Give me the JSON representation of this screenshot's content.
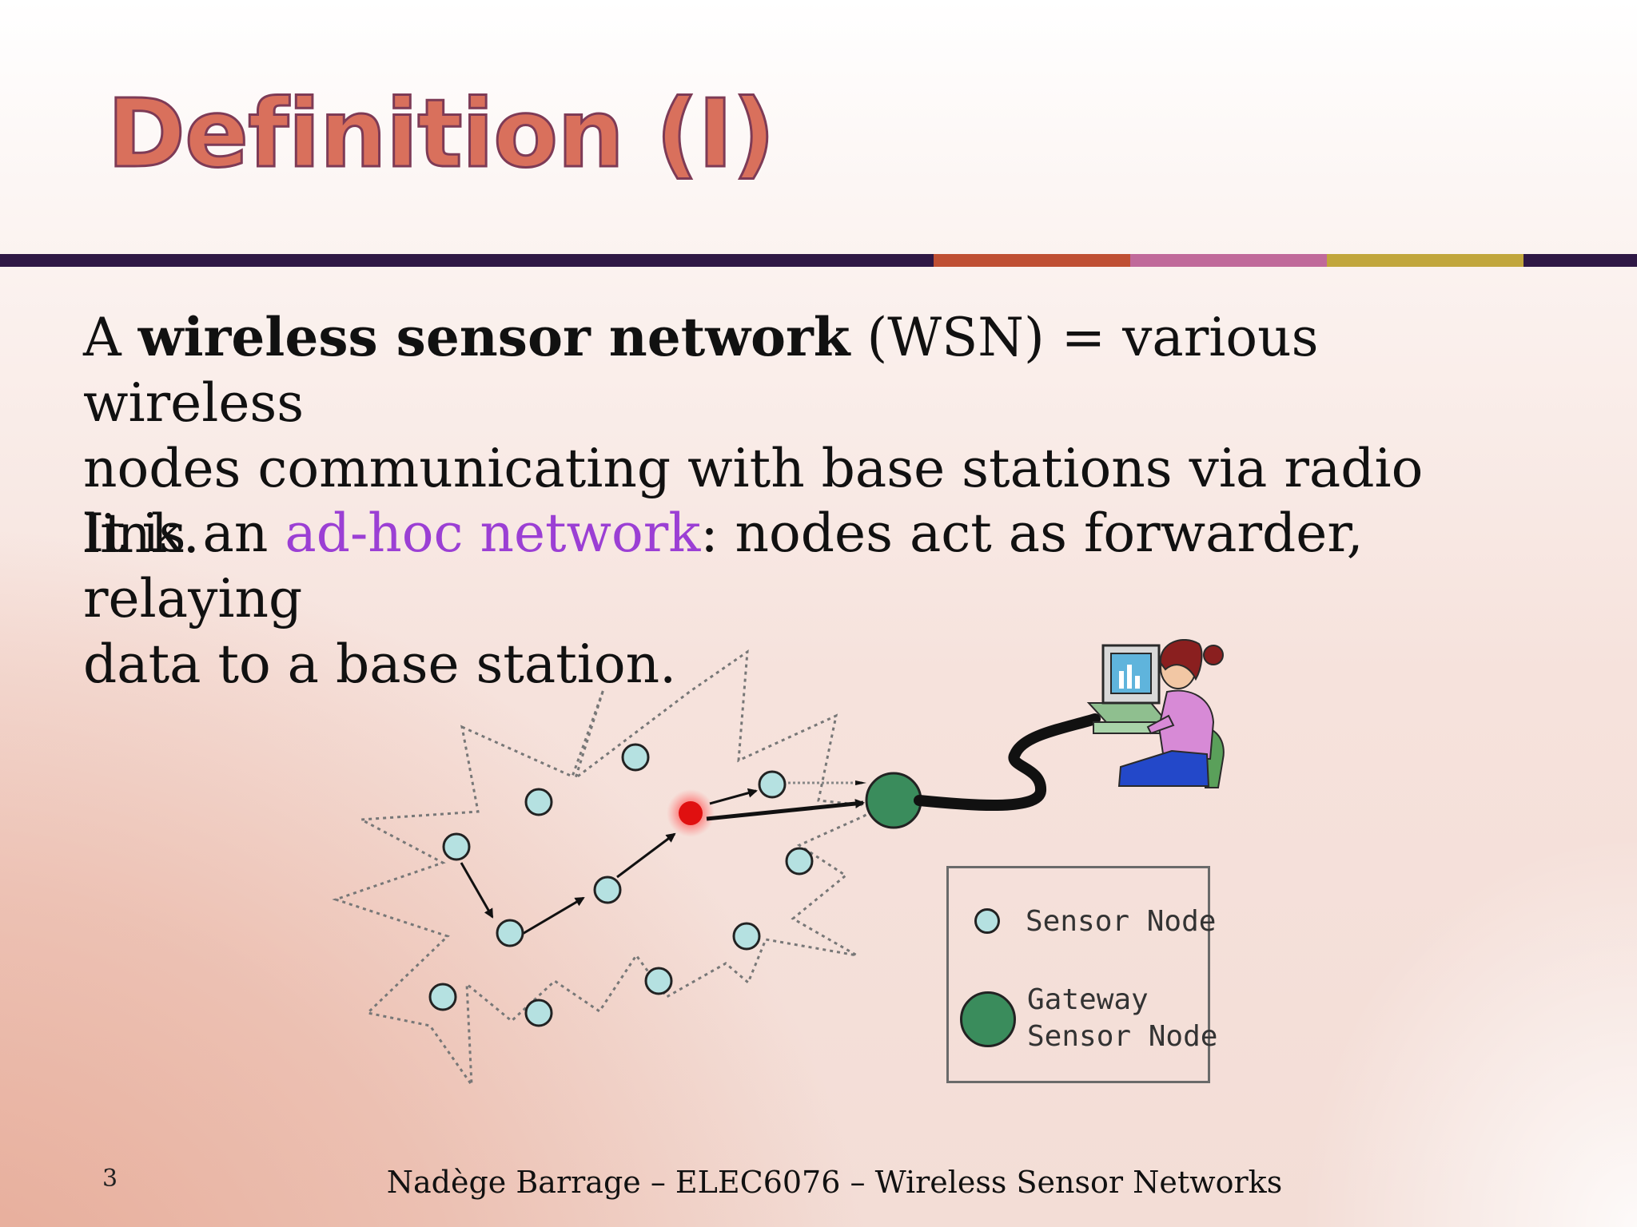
{
  "slide": {
    "title": "Definition (I)",
    "paragraph1": {
      "prefix": "A ",
      "bold_term": "wireless sensor network",
      "rest_line1": " (WSN) = various wireless",
      "line2": "nodes communicating with base stations via radio link."
    },
    "paragraph2": {
      "prefix": "It is an ",
      "highlight": "ad-hoc network",
      "rest_line1": ":  nodes act as forwarder, relaying",
      "line2": "data to a base station."
    },
    "legend": {
      "sensor_node": "Sensor Node",
      "gateway_line1": "Gateway",
      "gateway_line2": "Sensor Node"
    },
    "slide_number": "3",
    "footer": "Nadège Barrage – ELEC6076 – Wireless Sensor Networks"
  },
  "colors": {
    "title_fill": "#d9705c",
    "title_outline": "#7e3b56",
    "highlight": "#9b3fd4",
    "sensor_node": "#b5e1e1",
    "gateway_node": "#3a8c5c",
    "active_node": "#e01010",
    "rule_colors": [
      "#2f1845",
      "#bf4f33",
      "#c0699a",
      "#c1a63c",
      "#2f1845"
    ]
  },
  "icons": [
    "sensor-node-icon",
    "gateway-node-icon",
    "user-computer-icon"
  ]
}
